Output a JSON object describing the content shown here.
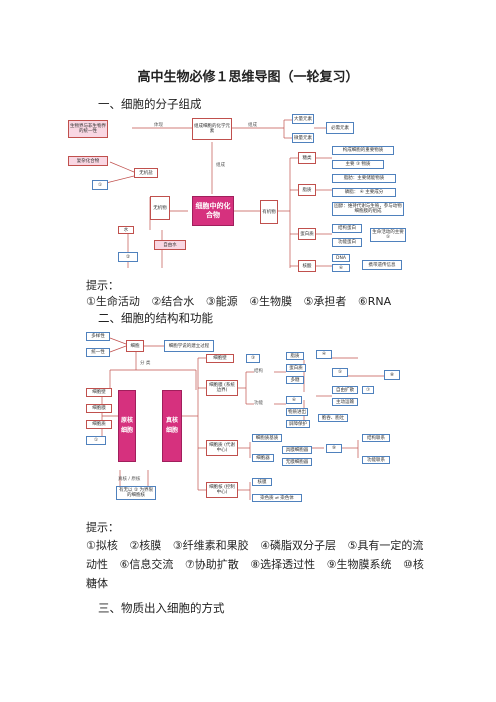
{
  "doc_title": "高中生物必修１思维导图（一轮复习）",
  "sections": [
    {
      "heading": "一、细胞的分子组成",
      "hint_label": "提示：",
      "hints": [
        "①生命活动",
        "②结合水",
        "③能源",
        "④生物膜",
        "⑤承担者",
        "⑥RNA"
      ]
    },
    {
      "heading": "二、细胞的结构和功能",
      "hint_label": "提示：",
      "hints": [
        "①拟核",
        "②核膜",
        "③纤维素和果胶",
        "④磷脂双分子层",
        "⑤具有一定的流动性",
        "⑥信息交流",
        "⑦协助扩散",
        "⑧选择透过性",
        "⑨生物膜系统",
        "⑩核糖体"
      ]
    },
    {
      "heading": "三、物质出入细胞的方式"
    }
  ],
  "map1": {
    "core": "细胞中的化合物",
    "elements": "组成细胞的化学元素",
    "unity": "生物界与非生物界的统一性",
    "major": "大量元素",
    "trace": "微量元素",
    "essential": "必需元素",
    "inorganic": "无机物",
    "inorganic_salt": "无机盐",
    "water": "水",
    "organic": "有机物",
    "sugar": "糖类",
    "lipid": "脂质",
    "protein": "蛋白质",
    "nucleic": "核酸",
    "compound": "复杂化合物",
    "n1": "①",
    "free_water": "自由水",
    "bound_water": "②",
    "sugar_items": [
      "构成细胞的重要物质",
      "主要 ③ 物质"
    ],
    "lipid_items": [
      "脂肪：主要储能物质",
      "磷脂： ④ 主要成分",
      "固醇：维持代谢与生殖，参与动物细胞膜的组成"
    ],
    "protein_items": [
      "结构蛋白",
      "功能蛋白",
      "生命活动的主要 ⑤"
    ],
    "nucleic_items": [
      "DNA",
      "⑥",
      "携带遗传信息"
    ],
    "link_words": [
      "体现",
      "组成",
      "组成",
      "主要"
    ]
  },
  "map2": {
    "unity": "多样性",
    "unity2": "统一性",
    "cell": "细胞",
    "theory": "细胞学说的建立过程",
    "cell_wall": "细胞壁",
    "prokaryote": "原核细胞",
    "eukaryote": "真核细胞",
    "pro_items": [
      "细胞壁",
      "细胞膜",
      "细胞质",
      "①"
    ],
    "membrane": "细胞膜 (系统边界)",
    "matrix": "细胞质 (代谢中心)",
    "nucleus": "细胞核 (控制中心)",
    "structure": "结构",
    "function": "功能",
    "struct_items": [
      "脂质",
      "蛋白质",
      "多糖"
    ],
    "func_items": [
      "⑥",
      "物质进出",
      "屏障保护"
    ],
    "transport": [
      "自由扩散",
      "⑦",
      "主动运输",
      "胞吞、胞吐"
    ],
    "organelles": [
      "细胞质基质",
      "细胞器"
    ],
    "org_types": [
      "具膜细胞器",
      "无膜细胞器"
    ],
    "nuc_items": [
      "核膜",
      "染色质 ⇌ 染色体"
    ],
    "n3": "③",
    "n4": "④",
    "n5": "⑤",
    "n8": "⑧",
    "n9": "⑨",
    "function_link": "结构联系",
    "func_link2": "功能联系",
    "diff_note": "有无以 ② 为界限的细胞核",
    "labels": [
      "分 类",
      "真核 / 原核"
    ]
  }
}
